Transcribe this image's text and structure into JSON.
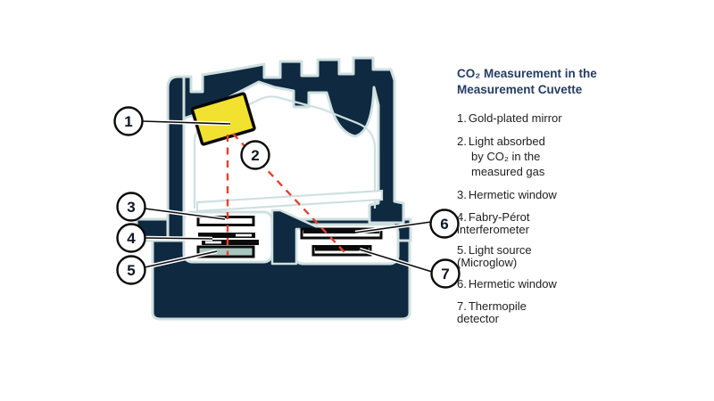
{
  "figure": {
    "type": "technical-cross-section-diagram",
    "subject": "CO₂ sensor measurement cuvette cross-section with numbered components"
  },
  "legend": {
    "title_lines": [
      "CO₂ Measurement in the",
      "Measurement Cuvette"
    ],
    "items": [
      {
        "num": "1.",
        "lines": [
          "Gold-plated mirror"
        ]
      },
      {
        "num": "2.",
        "lines": [
          "Light absorbed",
          "by CO₂ in the",
          "measured gas"
        ]
      },
      {
        "num": "3.",
        "lines": [
          "Hermetic window"
        ]
      },
      {
        "num": "4.",
        "lines": [
          "Fabry-Pérot",
          "interferometer"
        ]
      },
      {
        "num": "5.",
        "lines": [
          "Light source",
          "(Microglow)"
        ]
      },
      {
        "num": "6.",
        "lines": [
          "Hermetic window"
        ]
      },
      {
        "num": "7.",
        "lines": [
          "Thermopile",
          "detector"
        ]
      }
    ]
  },
  "callouts": [
    {
      "label": "1"
    },
    {
      "label": "2"
    },
    {
      "label": "3"
    },
    {
      "label": "4"
    },
    {
      "label": "5"
    },
    {
      "label": "6"
    },
    {
      "label": "7"
    }
  ],
  "colors": {
    "housing_navy": "#0f2940",
    "outline_pale_teal": "#cfe0e1",
    "mirror_yellow": "#f2e12f",
    "light_path_red": "#e8402e",
    "light_source_teal": "#a9c6bf",
    "title_blue": "#253c63",
    "legend_text": "#212121"
  }
}
